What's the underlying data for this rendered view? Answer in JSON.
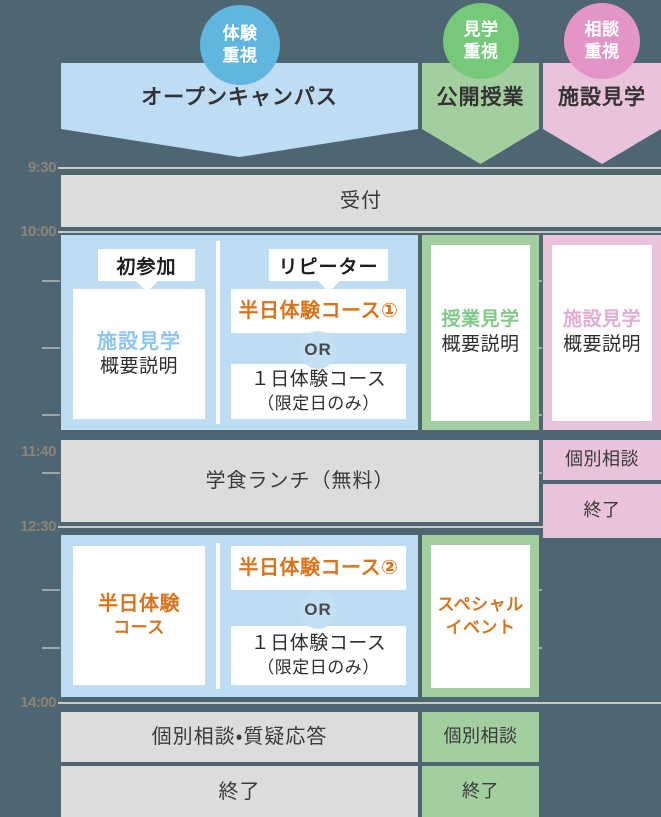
{
  "background_color": "#4d6672",
  "palette": {
    "blue_panel": "#bfddf2",
    "blue_badge": "#61b6e0",
    "green_panel": "#a3cfa0",
    "green_badge": "#77c97a",
    "pink_panel": "#e9c2dc",
    "pink_badge": "#e295c6",
    "gray_cell": "#dcdcdc",
    "orange_text": "#d9741d",
    "time_label": "#8b8578"
  },
  "badges": [
    {
      "id": "taiken",
      "line1": "体験",
      "line2": "重視",
      "color": "#61b6e0"
    },
    {
      "id": "kengaku",
      "line1": "見学",
      "line2": "重視",
      "color": "#77c97a"
    },
    {
      "id": "sodan",
      "line1": "相談",
      "line2": "重視",
      "color": "#e295c6"
    }
  ],
  "columns": [
    {
      "id": "open-campus",
      "title": "オープンキャンパス",
      "color": "#bfddf2"
    },
    {
      "id": "koukai-jugyou",
      "title": "公開授業",
      "color": "#a3cfa0"
    },
    {
      "id": "shisetsu-kengaku",
      "title": "施設見学",
      "color": "#e9c2dc"
    }
  ],
  "time_axis": {
    "labels": [
      "9:30",
      "10:00",
      "11:40",
      "12:30",
      "14:00"
    ]
  },
  "reception": {
    "label": "受付"
  },
  "morning": {
    "flags": [
      {
        "id": "first-time",
        "label": "初参加"
      },
      {
        "id": "repeater",
        "label": "リピーター"
      }
    ],
    "first_time": {
      "line1": "施設見学",
      "line2": "概要説明"
    },
    "repeater": {
      "option_a": "半日体験コース①",
      "or": "OR",
      "option_b_line1": "１日体験コース",
      "option_b_line2": "（限定日のみ）"
    },
    "koukai_jugyou": {
      "line1": "授業見学",
      "line2": "概要説明"
    },
    "shisetsu_kengaku": {
      "line1": "施設見学",
      "line2": "概要説明"
    }
  },
  "lunch": {
    "label": "学食ランチ（無料）",
    "pink_consult": "個別相談",
    "pink_end": "終了"
  },
  "afternoon": {
    "half_day_line1": "半日体験",
    "half_day_line2": "コース",
    "option_a": "半日体験コース②",
    "or": "OR",
    "option_b_line1": "１日体験コース",
    "option_b_line2": "（限定日のみ）",
    "special_line1": "スペシャル",
    "special_line2": "イベント"
  },
  "closing": {
    "consult_main": "個別相談・質疑応答",
    "consult_green": "個別相談",
    "end_main": "終了",
    "end_green": "終了"
  }
}
